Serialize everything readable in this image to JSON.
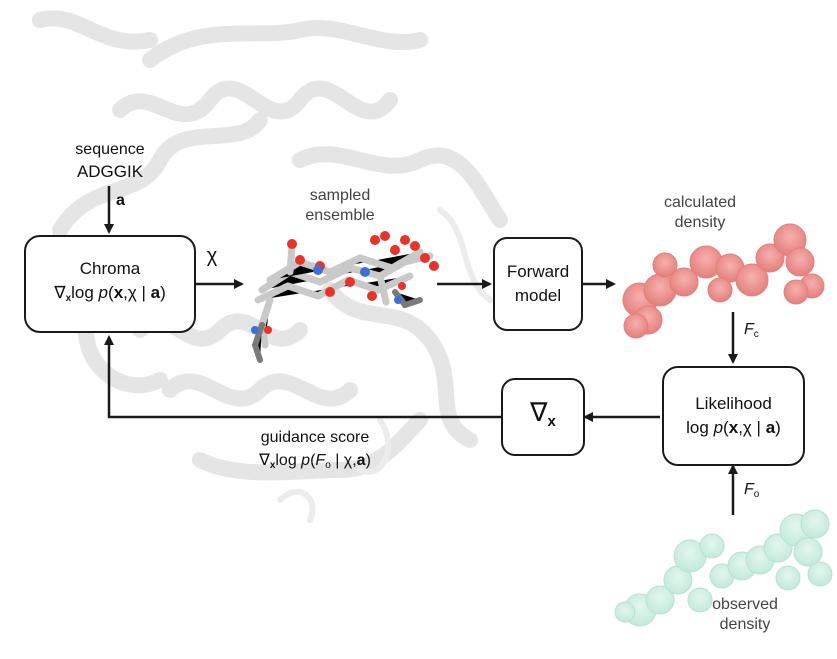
{
  "sequence": {
    "label": "sequence",
    "value": "ADGGIK",
    "arrow_label": "a"
  },
  "chroma": {
    "title": "Chroma",
    "formula_nabla": "∇",
    "formula_sub": "x",
    "formula_log": "log ",
    "formula_p": "p",
    "formula_open": "(",
    "formula_x": "x",
    "formula_mid": ",χ | ",
    "formula_a": "a",
    "formula_close": ")"
  },
  "chi_label": "χ",
  "ensemble": {
    "line1": "sampled",
    "line2": "ensemble"
  },
  "forward_model": {
    "line1": "Forward",
    "line2": "model"
  },
  "calculated_density": {
    "line1": "calculated",
    "line2": "density"
  },
  "fc_label": {
    "letter": "F",
    "sub": "c"
  },
  "likelihood": {
    "title": "Likelihood",
    "log": "log ",
    "p": "p",
    "open": "(",
    "x": "x",
    "mid": ",χ | ",
    "a": "a",
    "close": ")"
  },
  "fo_label": {
    "letter": "F",
    "sub": "o"
  },
  "observed_density": {
    "line1": "observed",
    "line2": "density"
  },
  "gradient_box": {
    "nabla": "∇",
    "sub": "x"
  },
  "guidance": {
    "title": "guidance score",
    "nabla": "∇",
    "sub": "x",
    "log": "log ",
    "p": "p",
    "open": "(",
    "F": "F",
    "Fsub": "o",
    "mid": " | ",
    "chi": "χ",
    "comma": ",",
    "a": "a",
    "close": ")"
  },
  "colors": {
    "arrow": "#1a1a1a",
    "protein": "#e6e6e6",
    "calc_density": "#ee8a88",
    "obs_density": "#cdeee3",
    "oxygen": "#e8332a",
    "nitrogen": "#3d6fd6",
    "carbon": "#9a9a9a"
  }
}
